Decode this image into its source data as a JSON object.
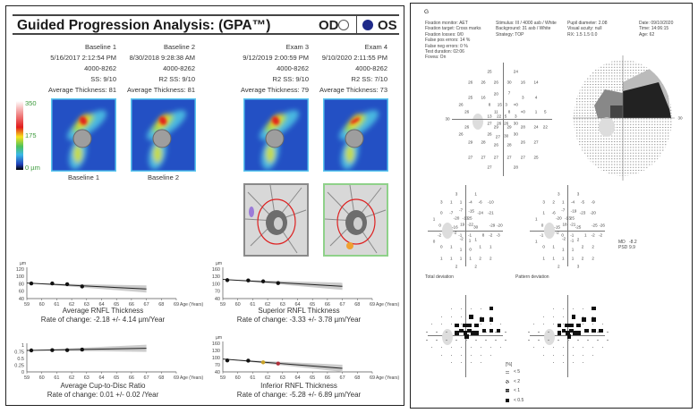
{
  "left": {
    "title": "Guided Progression Analysis: (GPA™)",
    "od_label": "OD",
    "os_label": "OS",
    "selected_eye": "OS",
    "colorbar": {
      "max": "350",
      "mid": "175",
      "min": "0 µm"
    },
    "exams": [
      {
        "name": "Baseline 1",
        "datetime": "5/16/2017 2:12:54 PM",
        "id": "4000-8262",
        "ss": "SS: 9/10",
        "avg": "Average Thickness: 81",
        "caption": "Baseline 1"
      },
      {
        "name": "Baseline 2",
        "datetime": "8/30/2018 9:28:38 AM",
        "id": "4000-8262",
        "ss": "R2   SS: 9/10",
        "avg": "Average Thickness: 81",
        "caption": "Baseline 2"
      },
      {
        "name": "Exam 3",
        "datetime": "9/12/2019 2:00:59 PM",
        "id": "4000-8262",
        "ss": "R2   SS: 9/10",
        "avg": "Average Thickness: 79"
      },
      {
        "name": "Exam 4",
        "datetime": "9/10/2020 2:11:55 PM",
        "id": "4000-8262",
        "ss": "R2   SS: 7/10",
        "avg": "Average Thickness: 73"
      }
    ],
    "colors": {
      "map_border": "#5bc8ef",
      "exam3_border": "#8a8a8a",
      "exam4_border": "#8fd18a",
      "disc_margin": "#d22"
    }
  },
  "chart_data": [
    {
      "type": "line",
      "title": "Average RNFL Thickness",
      "subtitle": "Rate of change: -2.18 +/- 4.14 µm/Year",
      "ylabel": "µm",
      "xlabel": "Age (Years)",
      "xlim": [
        59,
        69
      ],
      "ylim": [
        40,
        120
      ],
      "yticks": [
        "40",
        "60",
        "80",
        "100",
        "120"
      ],
      "xticks": [
        "59",
        "60",
        "61",
        "62",
        "63",
        "64",
        "65",
        "66",
        "67",
        "68",
        "69"
      ],
      "x": [
        59.3,
        60.7,
        61.7,
        62.7
      ],
      "y": [
        81,
        81,
        79,
        73
      ],
      "point_colors": [
        "#111",
        "#111",
        "#111",
        "#111"
      ],
      "trend": [
        [
          59,
          82
        ],
        [
          67,
          66
        ]
      ]
    },
    {
      "type": "line",
      "title": "Superior RNFL Thickness",
      "subtitle": "Rate of change: -3.33 +/- 3.78 µm/Year",
      "ylabel": "µm",
      "xlabel": "Age (Years)",
      "xlim": [
        59,
        69
      ],
      "ylim": [
        40,
        160
      ],
      "yticks": [
        "40",
        "70",
        "100",
        "130",
        "160"
      ],
      "xticks": [
        "59",
        "60",
        "61",
        "62",
        "63",
        "64",
        "65",
        "66",
        "67",
        "68",
        "69"
      ],
      "x": [
        59.3,
        60.7,
        61.7,
        62.7
      ],
      "y": [
        115,
        114,
        110,
        103
      ],
      "point_colors": [
        "#111",
        "#111",
        "#111",
        "#111"
      ],
      "trend": [
        [
          59,
          118
        ],
        [
          67,
          90
        ]
      ]
    },
    {
      "type": "line",
      "title": "Average Cup-to-Disc Ratio",
      "subtitle": "Rate of change: 0.01 +/- 0.02  /Year",
      "ylabel": "",
      "xlabel": "Age (Years)",
      "xlim": [
        59,
        69
      ],
      "ylim": [
        0,
        1
      ],
      "yticks": [
        "0",
        "0.25",
        "0.5",
        "0.75",
        "1"
      ],
      "xticks": [
        "59",
        "60",
        "61",
        "62",
        "63",
        "64",
        "65",
        "66",
        "67",
        "68",
        "69"
      ],
      "x": [
        59.3,
        60.7,
        61.7,
        62.7
      ],
      "y": [
        0.8,
        0.81,
        0.81,
        0.83
      ],
      "point_colors": [
        "#111",
        "#111",
        "#111",
        "#111"
      ],
      "trend": [
        [
          59,
          0.8
        ],
        [
          67,
          0.88
        ]
      ]
    },
    {
      "type": "line",
      "title": "Inferior RNFL Thickness",
      "subtitle": "Rate of change: -5.28 +/- 6.89 µm/Year",
      "ylabel": "µm",
      "xlabel": "Age (Years)",
      "xlim": [
        59,
        69
      ],
      "ylim": [
        40,
        160
      ],
      "yticks": [
        "40",
        "70",
        "100",
        "130",
        "160"
      ],
      "xticks": [
        "59",
        "60",
        "61",
        "62",
        "63",
        "64",
        "65",
        "66",
        "67",
        "68",
        "69"
      ],
      "x": [
        59.3,
        60.7,
        61.7,
        62.7
      ],
      "y": [
        88,
        87,
        80,
        75
      ],
      "point_colors": [
        "#111",
        "#111",
        "#c9a227",
        "#b0303a"
      ],
      "trend": [
        [
          59,
          94
        ],
        [
          67,
          55
        ]
      ]
    }
  ],
  "right": {
    "header": "G",
    "info_columns": [
      [
        "Fixation monitor: AET",
        "Fixation target: Cross marks",
        "Fixation losses: 0/0",
        "False pos errors: 14 %",
        "False neg errors: 0 %",
        "Test duration: 02:06",
        "Fovea: On"
      ],
      [
        "Stimulus: III / 4000 asb / White",
        "Background: 31  asb / White",
        "Strategy: TOP"
      ],
      [
        "Pupil diameter: 2.08",
        "Visual acuity: null",
        "RX: 1.5 1.5 0.0"
      ],
      [
        "Date: 09/10/2020",
        "Time: 14:06:15",
        "Age: 62"
      ]
    ],
    "threshold_axis_label": "30",
    "greyscale_axis_label": "30",
    "threshold_values": [
      "25",
      "24",
      "26",
      "26",
      "26",
      "30",
      "16",
      "14",
      "20",
      "7",
      "25",
      "16",
      "3",
      "4",
      "26",
      "8",
      "15",
      "3",
      "<0",
      "26",
      "11",
      "8",
      "<0",
      "1",
      "5",
      "13",
      "22",
      "5",
      "3",
      "27",
      "26",
      "26",
      "30",
      "26",
      "29",
      "29",
      "28",
      "24",
      "22",
      "26",
      "26",
      "27",
      "30",
      "30",
      "29",
      "28",
      "26",
      "28",
      "26",
      "27",
      "27",
      "27",
      "27",
      "27",
      "27",
      "25",
      "27",
      "28"
    ],
    "total_deviation": [
      "3",
      "1",
      "3",
      "1",
      "1",
      "-4",
      "-6",
      "-10",
      "0",
      "-7",
      "-7",
      "-15",
      "-24",
      "-21",
      "1",
      "-20",
      "-13",
      "25",
      "0",
      "-16",
      "19",
      "-22",
      "30",
      "-29",
      "-20",
      "-2",
      "-2",
      "-1",
      "-1",
      "8",
      "-2",
      "-3",
      "0",
      "-2",
      "1",
      "1",
      "0",
      "1",
      "1",
      "0",
      "1",
      "1",
      "1",
      "1",
      "1",
      "1",
      "2",
      "2",
      "2",
      "2"
    ],
    "pattern_deviation": [
      "3",
      "3",
      "3",
      "2",
      "1",
      "-4",
      "-5",
      "-9",
      "1",
      "-6",
      "-7",
      "-19",
      "-23",
      "-20",
      "1",
      "-20",
      "-13",
      "25",
      "0",
      "-15",
      "18",
      "-21",
      "-25",
      "-25",
      "-26",
      "-1",
      "-2",
      "0",
      "-1",
      "1",
      "-2",
      "-2",
      "1",
      "-2",
      "-1",
      "2",
      "0",
      "1",
      "1",
      "1",
      "2",
      "2",
      "1",
      "1",
      "1",
      "1",
      "2",
      "2",
      "2",
      "3"
    ],
    "total_deviation_label": "Total deviation",
    "pattern_deviation_label": "Pattern deviation",
    "md_label": "MD",
    "md_value": "-8.2",
    "psd_label": "PSD",
    "psd_value": "9.9",
    "legend": {
      "title": "[%]",
      "items": [
        "< 5",
        "< 2",
        "< 1",
        "< 0.5"
      ]
    }
  }
}
